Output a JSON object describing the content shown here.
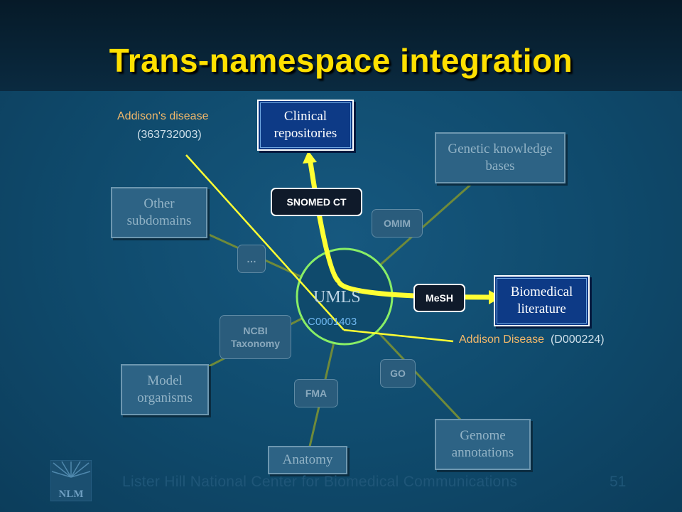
{
  "title": "Trans-namespace integration",
  "hub": {
    "label": "UMLS",
    "cui": "C0001403"
  },
  "boxes": {
    "clinical": "Clinical repositories",
    "genetic": "Genetic knowledge bases",
    "other": "Other subdomains",
    "biomedical": "Biomedical literature",
    "model": "Model organisms",
    "genome": "Genome annotations",
    "anatomy": "Anatomy"
  },
  "sources": {
    "snomed": "SNOMED CT",
    "omim": "OMIM",
    "ellipsis": "…",
    "mesh": "MeSH",
    "ncbi": "NCBI Taxonomy",
    "go": "GO",
    "fma": "FMA"
  },
  "annotations": {
    "snomed_term": "Addison's disease",
    "snomed_code": "(363732003)",
    "mesh_term": "Addison Disease",
    "mesh_code": "(D000224)"
  },
  "footer": "Lister Hill National Center for Biomedical Communications",
  "slide_number": "51",
  "logo_text": "NLM",
  "colors": {
    "title": "#ffe000",
    "highlight": "#ffff33",
    "hub_ring": "#88ee66",
    "dim_line": "#6f8a3a"
  }
}
